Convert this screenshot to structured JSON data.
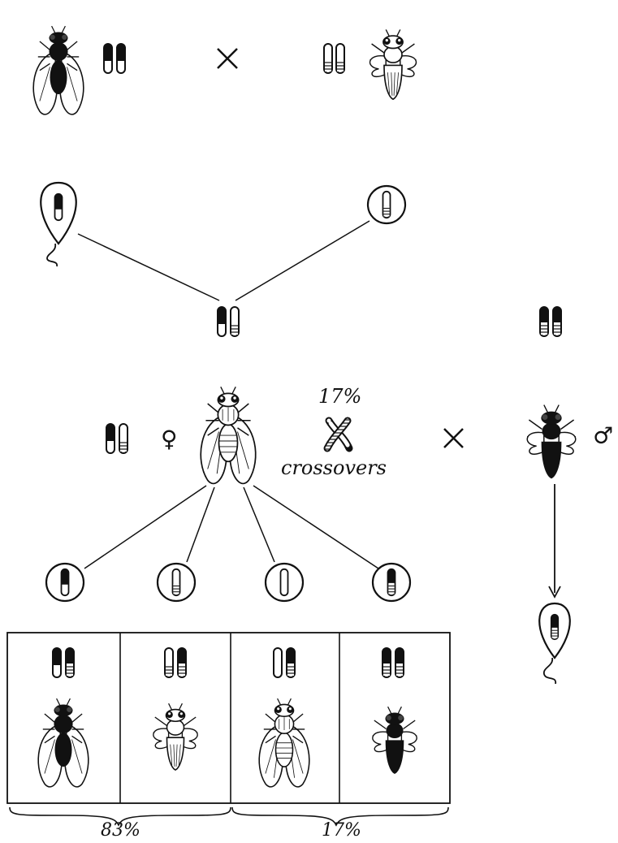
{
  "crossover": {
    "percent": "17%",
    "label": "crossovers"
  },
  "cross_symbol": "×",
  "female_symbol": "♀",
  "male_symbol": "♂",
  "offspring": {
    "parental_percent": "83%",
    "recombinant_percent": "17%"
  },
  "icons": [
    "fly-gray-long-wing",
    "fly-black-vestigial",
    "sperm-cell",
    "egg-cell",
    "chromosome-pair",
    "crossover-chromatids"
  ],
  "colors": {
    "ink": "#111111",
    "paper": "#ffffff"
  }
}
